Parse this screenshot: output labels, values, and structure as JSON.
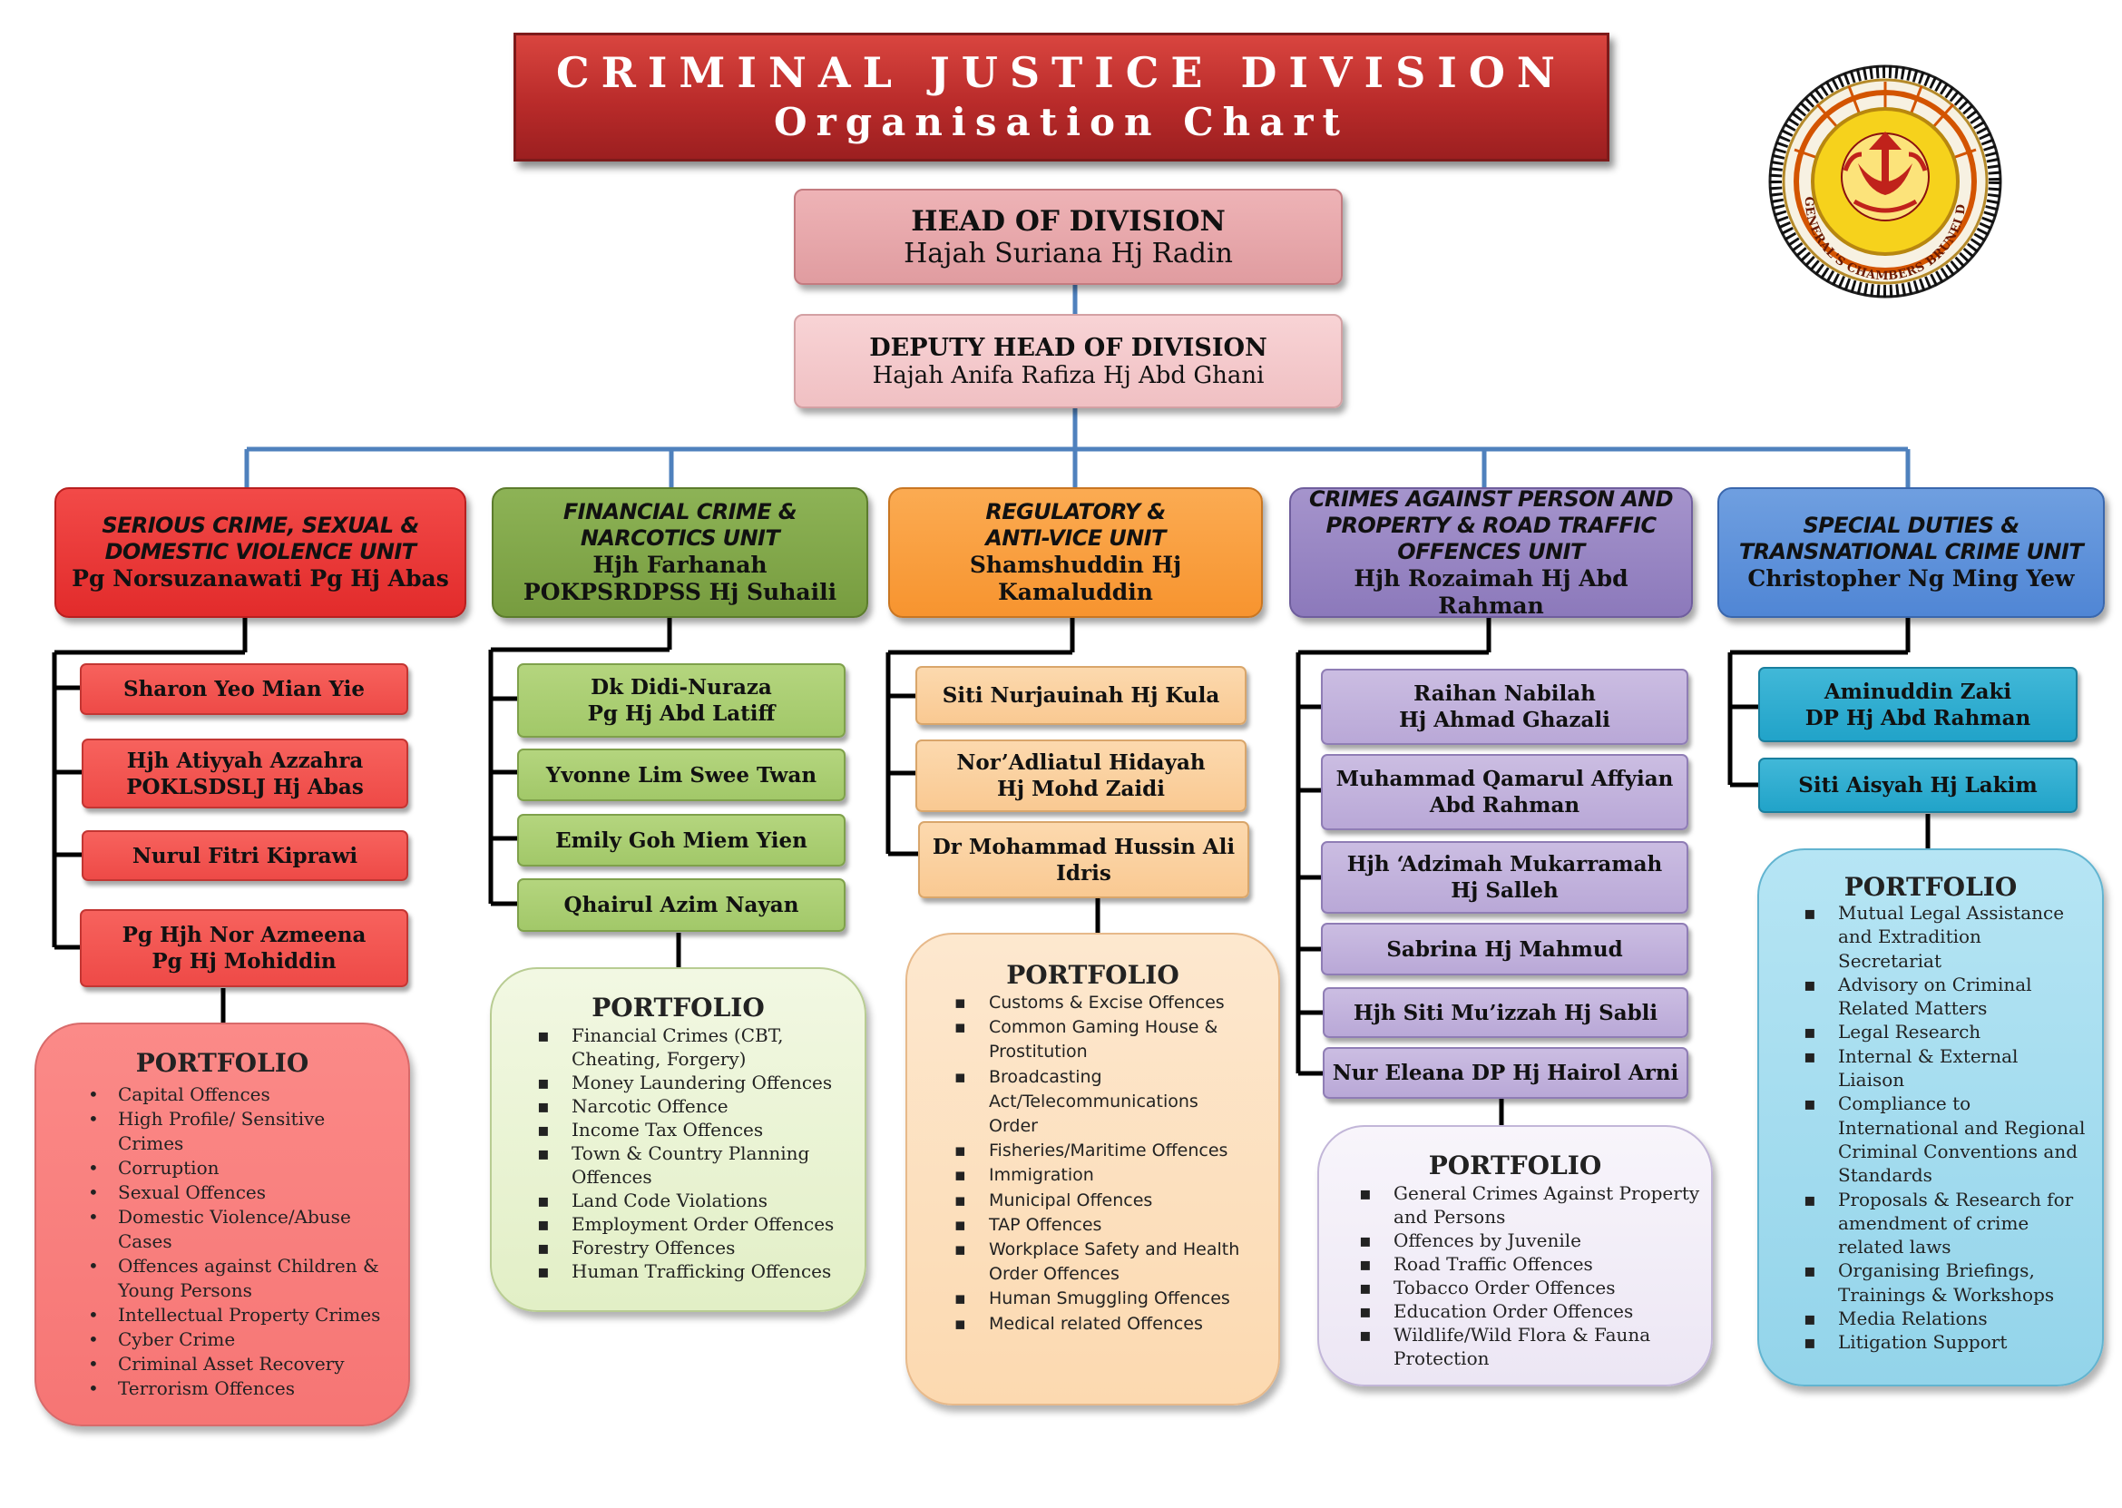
{
  "title": {
    "line1": "CRIMINAL JUSTICE DIVISION",
    "line2": "Organisation Chart"
  },
  "head": {
    "role": "HEAD OF DIVISION",
    "name": "Hajah Suriana Hj Radin"
  },
  "deputy": {
    "role": "DEPUTY HEAD OF DIVISION",
    "name": "Hajah Anifa Rafiza Hj Abd Ghani"
  },
  "seal": {
    "text": "ATTORNEY GENERAL'S CHAMBERS BRUNEI DARUSSALAM"
  },
  "colors": {
    "title": "#c0302e",
    "unit1": "#e73533",
    "unit2": "#7fa547",
    "unit3": "#f89a37",
    "unit4": "#9482c1",
    "unit5": "#5a8dd8",
    "connector_top": "#4f81bd",
    "connector_unit": "#000000"
  },
  "units": [
    {
      "name_lines": [
        "SERIOUS CRIME, SEXUAL &",
        "DOMESTIC VIOLENCE UNIT"
      ],
      "lead_lines": [
        "Pg Norsuzanawati Pg Hj Abas"
      ],
      "members": [
        [
          "Sharon Yeo Mian Yie"
        ],
        [
          "Hjh Atiyyah Azzahra",
          "POKLSDSLJ Hj Abas"
        ],
        [
          "Nurul Fitri Kiprawi"
        ],
        [
          "Pg Hjh Nor Azmeena",
          "Pg Hj Mohiddin"
        ]
      ],
      "portfolio_title": "PORTFOLIO",
      "portfolio": [
        [
          "Capital Offences"
        ],
        [
          "High Profile/ Sensitive",
          "Crimes"
        ],
        [
          "Corruption"
        ],
        [
          "Sexual Offences"
        ],
        [
          "Domestic Violence/Abuse",
          "Cases"
        ],
        [
          "Offences against Children &",
          "Young Persons"
        ],
        [
          "Intellectual Property Crimes"
        ],
        [
          "Cyber Crime"
        ],
        [
          "Criminal Asset Recovery"
        ],
        [
          "Terrorism Offences"
        ]
      ]
    },
    {
      "name_lines": [
        "FINANCIAL CRIME &",
        "NARCOTICS UNIT"
      ],
      "lead_lines": [
        "Hjh Farhanah",
        "POKPSRDPSS Hj Suhaili"
      ],
      "members": [
        [
          "Dk Didi-Nuraza",
          "Pg Hj Abd Latiff"
        ],
        [
          "Yvonne Lim Swee Twan"
        ],
        [
          "Emily Goh Miem Yien"
        ],
        [
          "Qhairul Azim Nayan"
        ]
      ],
      "portfolio_title": "PORTFOLIO",
      "portfolio": [
        [
          "Financial Crimes (CBT,",
          "Cheating, Forgery)"
        ],
        [
          "Money Laundering Offences"
        ],
        [
          "Narcotic Offence"
        ],
        [
          "Income Tax Offences"
        ],
        [
          "Town & Country Planning",
          "Offences"
        ],
        [
          "Land Code Violations"
        ],
        [
          "Employment Order Offences"
        ],
        [
          "Forestry Offences"
        ],
        [
          "Human Trafficking Offences"
        ]
      ]
    },
    {
      "name_lines": [
        "REGULATORY &",
        "ANTI-VICE UNIT"
      ],
      "lead_lines": [
        "Shamshuddin Hj Kamaluddin"
      ],
      "members": [
        [
          "Siti Nurjauinah Hj Kula"
        ],
        [
          "Nor’Adliatul Hidayah",
          "Hj Mohd Zaidi"
        ],
        [
          "Dr Mohammad Hussin Ali",
          "Idris"
        ]
      ],
      "portfolio_title": "PORTFOLIO",
      "portfolio": [
        [
          "Customs & Excise Offences"
        ],
        [
          "Common Gaming House &",
          "Prostitution"
        ],
        [
          "Broadcasting",
          "Act/Telecommunications",
          "Order"
        ],
        [
          "Fisheries/Maritime Offences"
        ],
        [
          "Immigration"
        ],
        [
          "Municipal Offences"
        ],
        [
          "TAP Offences"
        ],
        [
          "Workplace Safety and Health",
          "Order Offences"
        ],
        [
          "Human Smuggling Offences"
        ],
        [
          "Medical related Offences"
        ]
      ]
    },
    {
      "name_lines": [
        "CRIMES AGAINST PERSON AND",
        "PROPERTY & ROAD TRAFFIC",
        "OFFENCES UNIT"
      ],
      "lead_lines": [
        "Hjh Rozaimah Hj Abd Rahman"
      ],
      "members": [
        [
          "Raihan Nabilah",
          "Hj Ahmad Ghazali"
        ],
        [
          "Muhammad Qamarul Affyian",
          "Abd Rahman"
        ],
        [
          "Hjh ‘Adzimah Mukarramah",
          "Hj Salleh"
        ],
        [
          "Sabrina Hj Mahmud"
        ],
        [
          "Hjh Siti Mu’izzah Hj Sabli"
        ],
        [
          "Nur Eleana DP Hj Hairol Arni"
        ]
      ],
      "portfolio_title": "PORTFOLIO",
      "portfolio": [
        [
          "General Crimes Against Property",
          "and Persons"
        ],
        [
          "Offences by Juvenile"
        ],
        [
          "Road Traffic Offences"
        ],
        [
          "Tobacco Order Offences"
        ],
        [
          "Education Order Offences"
        ],
        [
          "Wildlife/Wild Flora & Fauna",
          "Protection"
        ]
      ]
    },
    {
      "name_lines": [
        "SPECIAL DUTIES &",
        "TRANSNATIONAL CRIME UNIT"
      ],
      "lead_lines": [
        "Christopher Ng Ming Yew"
      ],
      "members": [
        [
          "Aminuddin Zaki",
          "DP Hj Abd Rahman"
        ],
        [
          "Siti Aisyah Hj Lakim"
        ]
      ],
      "portfolio_title": "PORTFOLIO",
      "portfolio": [
        [
          "Mutual Legal Assistance",
          "and Extradition",
          "Secretariat"
        ],
        [
          "Advisory  on Criminal",
          "Related Matters"
        ],
        [
          "Legal Research"
        ],
        [
          "Internal & External",
          "Liaison"
        ],
        [
          "Compliance to",
          "International and Regional",
          "Criminal Conventions and",
          "Standards"
        ],
        [
          "Proposals & Research for",
          "amendment of crime",
          "related laws"
        ],
        [
          "Organising Briefings,",
          "Trainings & Workshops"
        ],
        [
          "Media Relations"
        ],
        [
          "Litigation Support"
        ]
      ]
    }
  ]
}
